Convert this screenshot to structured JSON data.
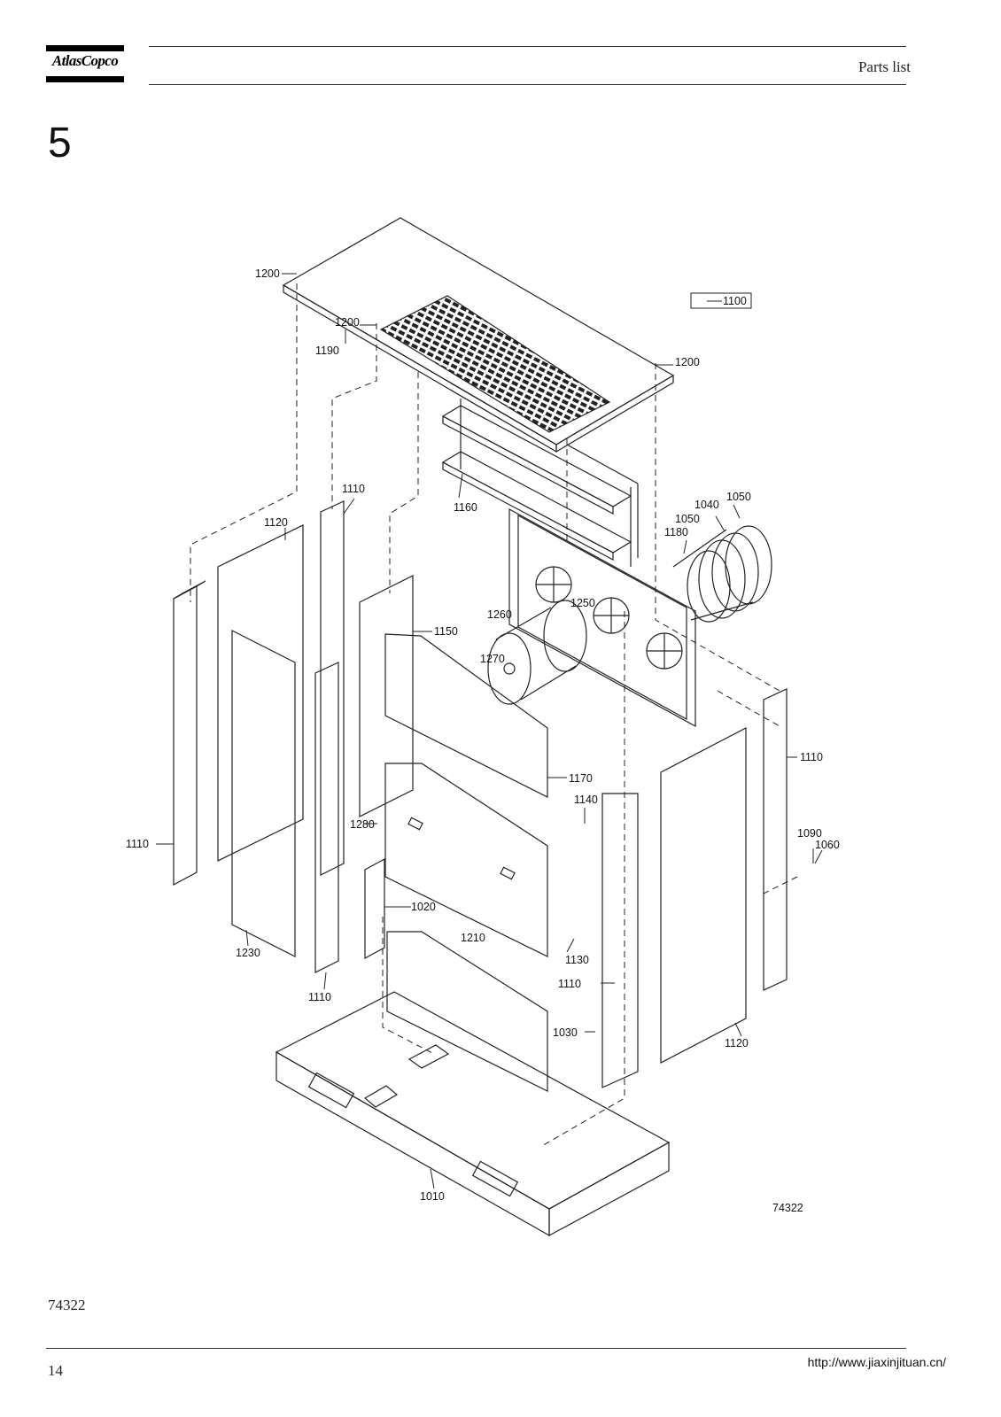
{
  "header": {
    "logo_text": "AtlasCopco",
    "title": "Parts list"
  },
  "section_number": "5",
  "drawing": {
    "figure_id": "74322",
    "callouts": [
      "1200",
      "1200",
      "1200",
      "1190",
      "1100",
      "1110",
      "1120",
      "1160",
      "1180",
      "1040",
      "1050",
      "1050",
      "1150",
      "1260",
      "1250",
      "1270",
      "1110",
      "1170",
      "1140",
      "1280",
      "1110",
      "1090",
      "1060",
      "1020",
      "1210",
      "1130",
      "1110",
      "1030",
      "1230",
      "1110",
      "1120",
      "1010"
    ]
  },
  "footer": {
    "doc_number": "74322",
    "page_number": "14",
    "url": "http://www.jiaxinjituan.cn/"
  }
}
